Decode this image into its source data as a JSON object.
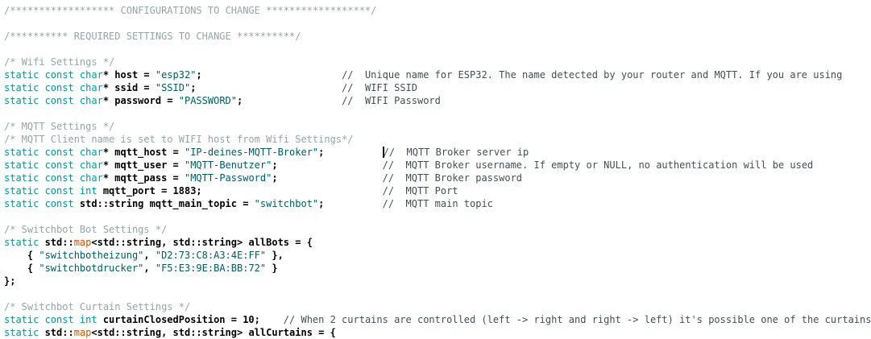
{
  "editor": {
    "description": "Arduino IDE source view - SwitchBot ESP32 configuration section",
    "colors": {
      "background": "#ffffff",
      "keyword": "#00979C",
      "string": "#005C5F",
      "function": "#D35400",
      "comment_block": "#95A5A6",
      "comment_line": "#434F54",
      "plain": "#000000",
      "cursor": "#111111"
    },
    "lines": [
      [
        [
          "c1",
          "/****************** CONFIGURATIONS TO CHANGE ******************/"
        ]
      ],
      [],
      [
        [
          "c1",
          "/********** REQUIRED SETTINGS TO CHANGE **********/"
        ]
      ],
      [],
      [
        [
          "c1",
          "/* Wifi Settings */"
        ]
      ],
      [
        [
          "kw",
          "static const char"
        ],
        [
          "id",
          "* host = "
        ],
        [
          "str",
          "\"esp32\""
        ],
        [
          "id",
          ";"
        ],
        [
          "sp",
          "                        "
        ],
        [
          "c2",
          "//  Unique name for ESP32. The name detected by your router and MQTT. If you are using"
        ]
      ],
      [
        [
          "kw",
          "static const char"
        ],
        [
          "id",
          "* ssid = "
        ],
        [
          "str",
          "\"SSID\""
        ],
        [
          "id",
          ";"
        ],
        [
          "sp",
          "                         "
        ],
        [
          "c2",
          "//  WIFI SSID"
        ]
      ],
      [
        [
          "kw",
          "static const char"
        ],
        [
          "id",
          "* password = "
        ],
        [
          "str",
          "\"PASSWORD\""
        ],
        [
          "id",
          ";"
        ],
        [
          "sp",
          "                 "
        ],
        [
          "c2",
          "//  WIFI Password"
        ]
      ],
      [],
      [
        [
          "c1",
          "/* MQTT Settings */"
        ]
      ],
      [
        [
          "c1",
          "/* MQTT Client name is set to WIFI host from Wifi Settings*/"
        ]
      ],
      [
        [
          "kw",
          "static const char"
        ],
        [
          "id",
          "* mqtt_host = "
        ],
        [
          "str",
          "\"IP-deines-MQTT-Broker\""
        ],
        [
          "id",
          ";"
        ],
        [
          "sp",
          "          "
        ],
        [
          "cur",
          ""
        ],
        [
          "c2",
          "//  MQTT Broker server ip"
        ]
      ],
      [
        [
          "kw",
          "static const char"
        ],
        [
          "id",
          "* mqtt_user = "
        ],
        [
          "str",
          "\"MQTT-Benutzer\""
        ],
        [
          "id",
          ";"
        ],
        [
          "sp",
          "                  "
        ],
        [
          "c2",
          "//  MQTT Broker username. If empty or NULL, no authentication will be used"
        ]
      ],
      [
        [
          "kw",
          "static const char"
        ],
        [
          "id",
          "* mqtt_pass = "
        ],
        [
          "str",
          "\"MQTT-Password\""
        ],
        [
          "id",
          ";"
        ],
        [
          "sp",
          "                  "
        ],
        [
          "c2",
          "//  MQTT Broker password"
        ]
      ],
      [
        [
          "kw",
          "static const int"
        ],
        [
          "id",
          " mqtt_port = 1883;"
        ],
        [
          "sp",
          "                               "
        ],
        [
          "c2",
          "//  MQTT Port"
        ]
      ],
      [
        [
          "kw",
          "static const "
        ],
        [
          "id",
          "std::string mqtt_main_topic = "
        ],
        [
          "str",
          "\"switchbot\""
        ],
        [
          "id",
          ";"
        ],
        [
          "sp",
          "          "
        ],
        [
          "c2",
          "//  MQTT main topic"
        ]
      ],
      [],
      [
        [
          "c1",
          "/* Switchbot Bot Settings */"
        ]
      ],
      [
        [
          "kw",
          "static "
        ],
        [
          "id",
          "std::"
        ],
        [
          "fn",
          "map"
        ],
        [
          "id",
          "<std::string, std::string> allBots = {"
        ]
      ],
      [
        [
          "id",
          "    { "
        ],
        [
          "str",
          "\"switchbotheizung\""
        ],
        [
          "id",
          ", "
        ],
        [
          "str",
          "\"D2:73:C8:A3:4E:FF\""
        ],
        [
          "id",
          " },"
        ]
      ],
      [
        [
          "id",
          "    { "
        ],
        [
          "str",
          "\"switchbotdrucker\""
        ],
        [
          "id",
          ", "
        ],
        [
          "str",
          "\"F5:E3:9E:BA:BB:72\""
        ],
        [
          "id",
          " }"
        ]
      ],
      [
        [
          "id",
          "};"
        ]
      ],
      [],
      [
        [
          "c1",
          "/* Switchbot Curtain Settings */"
        ]
      ],
      [
        [
          "kw",
          "static const int"
        ],
        [
          "id",
          " curtainClosedPosition = 10;"
        ],
        [
          "sp",
          "    "
        ],
        [
          "c2",
          "// When 2 curtains are controlled (left -> right and right -> left) it's possible one of the curtains"
        ]
      ],
      [
        [
          "kw",
          "static "
        ],
        [
          "id",
          "std::"
        ],
        [
          "fn",
          "map"
        ],
        [
          "id",
          "<std::string, std::string> allCurtains = {"
        ]
      ]
    ]
  }
}
